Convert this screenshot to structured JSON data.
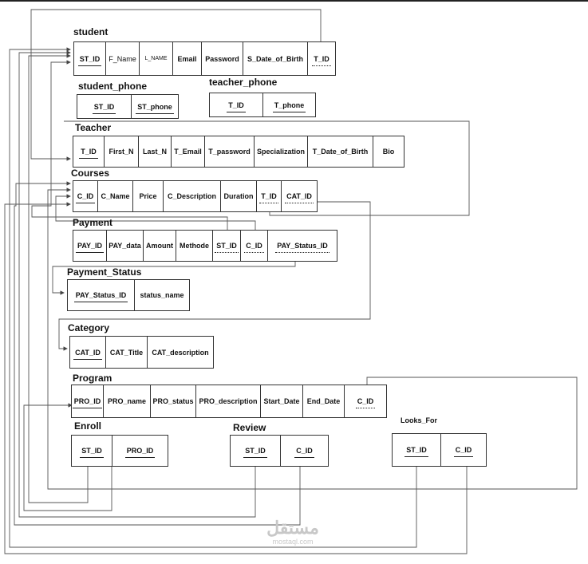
{
  "tables": {
    "student": {
      "title": "student",
      "cols": [
        "ST_ID",
        "F_Name",
        "L_NAME",
        "Email",
        "Password",
        "S_Date_of_Birth",
        "T_ID"
      ]
    },
    "student_phone": {
      "title": "student_phone",
      "cols": [
        "ST_ID",
        "ST_phone"
      ]
    },
    "teacher_phone": {
      "title": "teacher_phone",
      "cols": [
        "T_ID",
        "T_phone"
      ]
    },
    "teacher": {
      "title": "Teacher",
      "cols": [
        "T_ID",
        "First_N",
        "Last_N",
        "T_Email",
        "T_password",
        "Specialization",
        "T_Date_of_Birth",
        "Bio"
      ]
    },
    "courses": {
      "title": "Courses",
      "cols": [
        "C_ID",
        "C_Name",
        "Price",
        "C_Description",
        "Duration",
        "T_ID",
        "CAT_ID"
      ]
    },
    "payment": {
      "title": "Payment",
      "cols": [
        "PAY_ID",
        "PAY_data",
        "Amount",
        "Methode",
        "ST_ID",
        "C_ID",
        "PAY_Status_ID"
      ]
    },
    "payment_status": {
      "title": "Payment_Status",
      "cols": [
        "PAY_Status_ID",
        "status_name"
      ]
    },
    "category": {
      "title": "Category",
      "cols": [
        "CAT_ID",
        "CAT_Title",
        "CAT_description"
      ]
    },
    "program": {
      "title": "Program",
      "cols": [
        "PRO_ID",
        "PRO_name",
        "PRO_status",
        "PRO_description",
        "Start_Date",
        "End_Date",
        "C_ID"
      ]
    },
    "enroll": {
      "title": "Enroll",
      "cols": [
        "ST_ID",
        "PRO_ID"
      ]
    },
    "review": {
      "title": "Review",
      "cols": [
        "ST_ID",
        "C_ID"
      ]
    },
    "looks_for": {
      "title": "Looks_For",
      "cols": [
        "ST_ID",
        "C_ID"
      ]
    }
  },
  "watermark": {
    "arabic": "مستقل",
    "latin": "mostaql.com"
  }
}
